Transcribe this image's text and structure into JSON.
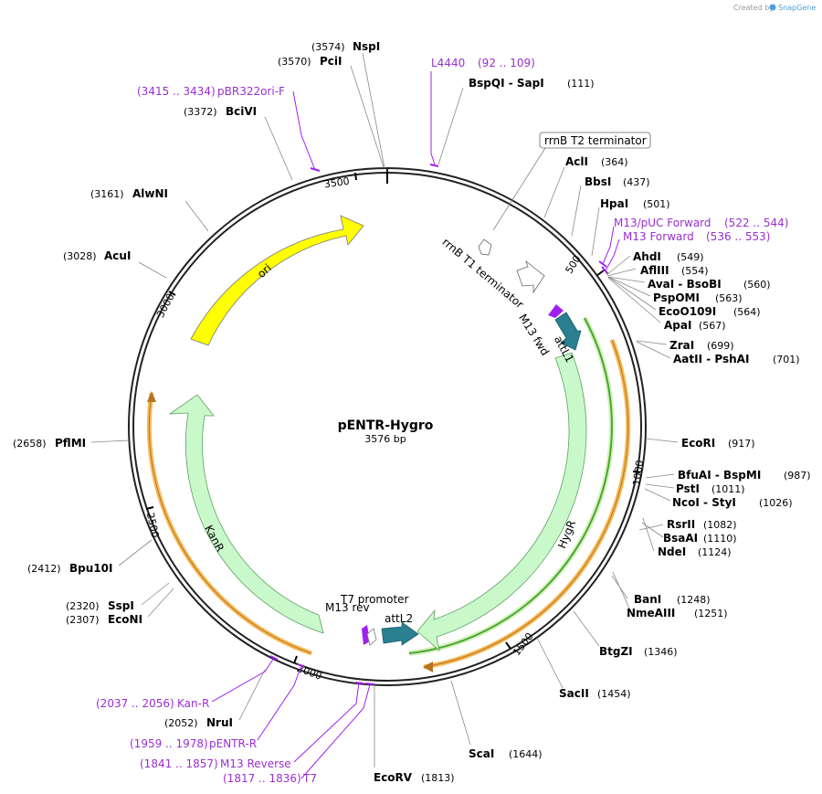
{
  "header": {
    "credit_prefix": "Created by",
    "credit_brand": "SnapGene",
    "brand_color": "#4a9fd8"
  },
  "plasmid": {
    "name": "pENTR-Hygro",
    "length_label": "3576 bp"
  },
  "colors": {
    "primer": "#9a2fd0",
    "ori": "#ffff00",
    "marker": "#c9f9cb",
    "attl": "#2a7f90",
    "orf": "#f7b955",
    "hyg_orf": "#44a82c",
    "mfeat": "#a020f0"
  },
  "features": {
    "ori": "ori",
    "kanr": "KanR",
    "hygr": "HygR",
    "attl1": "attL1",
    "attl2": "attL2",
    "m13fwd": "M13 fwd",
    "m13rev": "M13 rev",
    "t7": "T7 promoter",
    "rrnb_t1": "rrnB T1 terminator",
    "rrnb_t2": "rrnB T2 terminator"
  },
  "ticks": [
    "500",
    "1000",
    "1500",
    "2000",
    "2500",
    "3000",
    "3500"
  ],
  "enzymes": [
    {
      "name": "NspI",
      "pos": "(3574)"
    },
    {
      "name": "PciI",
      "pos": "(3570)"
    },
    {
      "name": "BciVI",
      "pos": "(3372)"
    },
    {
      "name": "AlwNI",
      "pos": "(3161)"
    },
    {
      "name": "AcuI",
      "pos": "(3028)"
    },
    {
      "name": "PflMI",
      "pos": "(2658)"
    },
    {
      "name": "Bpu10I",
      "pos": "(2412)"
    },
    {
      "name": "SspI",
      "pos": "(2320)"
    },
    {
      "name": "EcoNI",
      "pos": "(2307)"
    },
    {
      "name": "NruI",
      "pos": "(2052)"
    },
    {
      "name": "EcoRV",
      "pos": "(1813)"
    },
    {
      "name": "ScaI",
      "pos": "(1644)"
    },
    {
      "name": "SacII",
      "pos": "(1454)"
    },
    {
      "name": "BtgZI",
      "pos": "(1346)"
    },
    {
      "name": "BanI",
      "pos": "(1248)"
    },
    {
      "name": "NmeAIII",
      "pos": "(1251)"
    },
    {
      "name": "RsrII",
      "pos": "(1082)"
    },
    {
      "name": "BsaAI",
      "pos": "(1110)"
    },
    {
      "name": "NdeI",
      "pos": "(1124)"
    },
    {
      "name": "BfuAI  -  BspMI",
      "pos": "(987)"
    },
    {
      "name": "PstI",
      "pos": "(1011)"
    },
    {
      "name": "NcoI  -  StyI",
      "pos": "(1026)"
    },
    {
      "name": "EcoRI",
      "pos": "(917)"
    },
    {
      "name": "ZraI",
      "pos": "(699)"
    },
    {
      "name": "AatII  -  PshAI",
      "pos": "(701)"
    },
    {
      "name": "AhdI",
      "pos": "(549)"
    },
    {
      "name": "AflIII",
      "pos": "(554)"
    },
    {
      "name": "AvaI  -  BsoBI",
      "pos": "(560)"
    },
    {
      "name": "PspOMI",
      "pos": "(563)"
    },
    {
      "name": "EcoO109I",
      "pos": "(564)"
    },
    {
      "name": "ApaI",
      "pos": "(567)"
    },
    {
      "name": "AclI",
      "pos": "(364)"
    },
    {
      "name": "BbsI",
      "pos": "(437)"
    },
    {
      "name": "HpaI",
      "pos": "(501)"
    },
    {
      "name": "BspQI  -  SapI",
      "pos": "(111)"
    }
  ],
  "primers": [
    {
      "name": "L4440",
      "range": "(92 .. 109)"
    },
    {
      "name": "pBR322ori-F",
      "range": "(3415 .. 3434)"
    },
    {
      "name": "M13/pUC Forward",
      "range": "(522 .. 544)"
    },
    {
      "name": "M13 Forward",
      "range": "(536 .. 553)"
    },
    {
      "name": "Kan-R",
      "range": "(2037 .. 2056)"
    },
    {
      "name": "pENTR-R",
      "range": "(1959 .. 1978)"
    },
    {
      "name": "M13 Reverse",
      "range": "(1841 .. 1857)"
    },
    {
      "name": "T7",
      "range": "(1817 .. 1836)"
    }
  ]
}
